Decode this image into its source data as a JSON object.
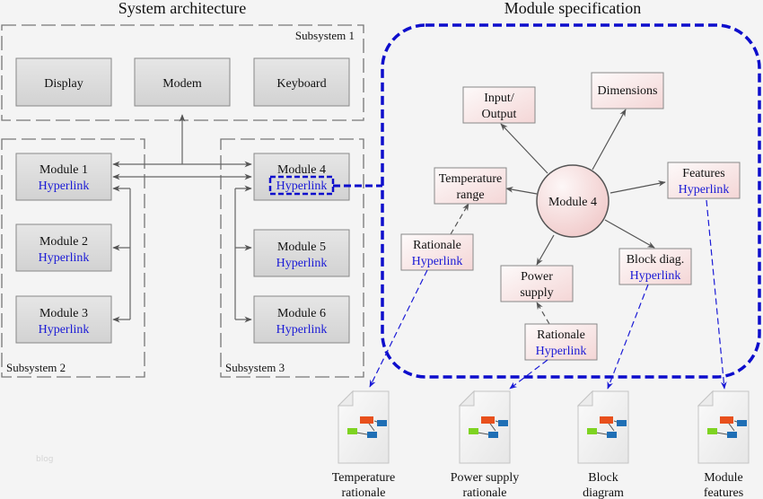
{
  "titles": {
    "left": "System architecture",
    "right": "Module specification"
  },
  "subsystems": [
    {
      "label": "Subsystem 1"
    },
    {
      "label": "Subsystem 2"
    },
    {
      "label": "Subsystem 3"
    }
  ],
  "subsystem1_components": [
    {
      "label": "Display"
    },
    {
      "label": "Modem"
    },
    {
      "label": "Keyboard"
    }
  ],
  "modules": [
    {
      "label": "Module 1",
      "link": "Hyperlink"
    },
    {
      "label": "Module 2",
      "link": "Hyperlink"
    },
    {
      "label": "Module 3",
      "link": "Hyperlink"
    },
    {
      "label": "Module 4",
      "link": "Hyperlink",
      "highlighted": true
    },
    {
      "label": "Module 5",
      "link": "Hyperlink"
    },
    {
      "label": "Module 6",
      "link": "Hyperlink"
    }
  ],
  "spec": {
    "center": "Module 4",
    "nodes": {
      "io": [
        "Input/",
        "Output"
      ],
      "dimensions": "Dimensions",
      "temperature": [
        "Temperature",
        "range"
      ],
      "features": {
        "label": "Features",
        "link": "Hyperlink"
      },
      "power": [
        "Power",
        "supply"
      ],
      "block": {
        "label": "Block diag.",
        "link": "Hyperlink"
      },
      "rationale_temp": {
        "label": "Rationale",
        "link": "Hyperlink"
      },
      "rationale_power": {
        "label": "Rationale",
        "link": "Hyperlink"
      }
    }
  },
  "documents": [
    {
      "icon": "diagram-document-icon",
      "lines": [
        "Temperature",
        "rationale"
      ]
    },
    {
      "icon": "diagram-document-icon",
      "lines": [
        "Power supply",
        "rationale"
      ]
    },
    {
      "icon": "diagram-document-icon",
      "lines": [
        "Block",
        "diagram"
      ]
    },
    {
      "icon": "diagram-document-icon",
      "lines": [
        "Module",
        "features"
      ]
    }
  ],
  "colors": {
    "link": "#1a1ad6",
    "highlight": "#0d0dcc",
    "box_fill": "#dcdcdc",
    "spec_fill": "#f9e4e4",
    "doc_orange": "#e8501c",
    "doc_blue": "#1f6fb5",
    "doc_green": "#7ed321"
  },
  "watermark": "blog"
}
